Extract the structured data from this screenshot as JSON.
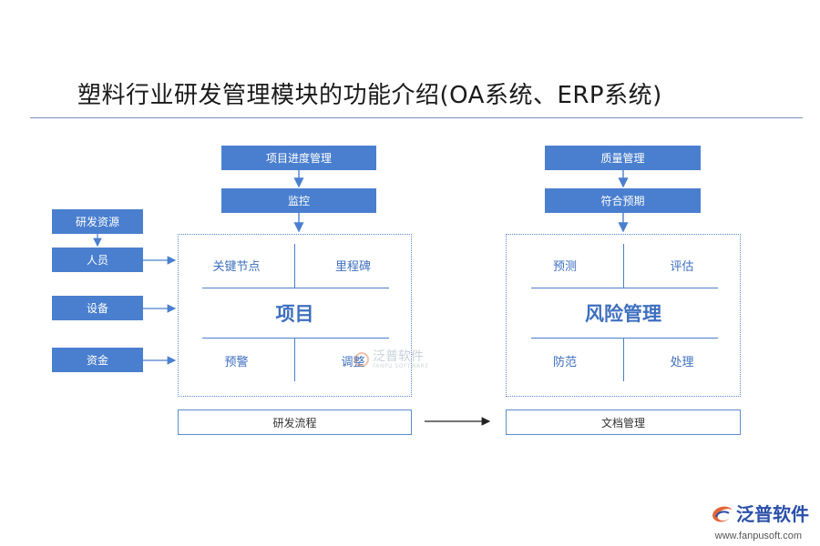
{
  "title": "塑料行业研发管理模块的功能介绍(OA系统、ERP系统)",
  "left_inputs": {
    "resource": "研发资源",
    "people": "人员",
    "equipment": "设备",
    "funds": "资金"
  },
  "project": {
    "top1": "项目进度管理",
    "top2": "监控",
    "center": "项目",
    "cells": [
      "关键节点",
      "里程碑",
      "预警",
      "调整"
    ],
    "footer": "研发流程"
  },
  "risk": {
    "top1": "质量管理",
    "top2": "符合预期",
    "center": "风险管理",
    "cells": [
      "预测",
      "评估",
      "防范",
      "处理"
    ],
    "footer": "文档管理"
  },
  "watermark": {
    "text": "泛普软件",
    "sub": "FANPU SOFTWARE"
  },
  "logo": {
    "text": "泛普软件",
    "url": "www.fanpusoft.com"
  },
  "colors": {
    "box_fill": "#4a7fcf",
    "label": "#3e6fc0",
    "line": "#4a7fcf"
  }
}
